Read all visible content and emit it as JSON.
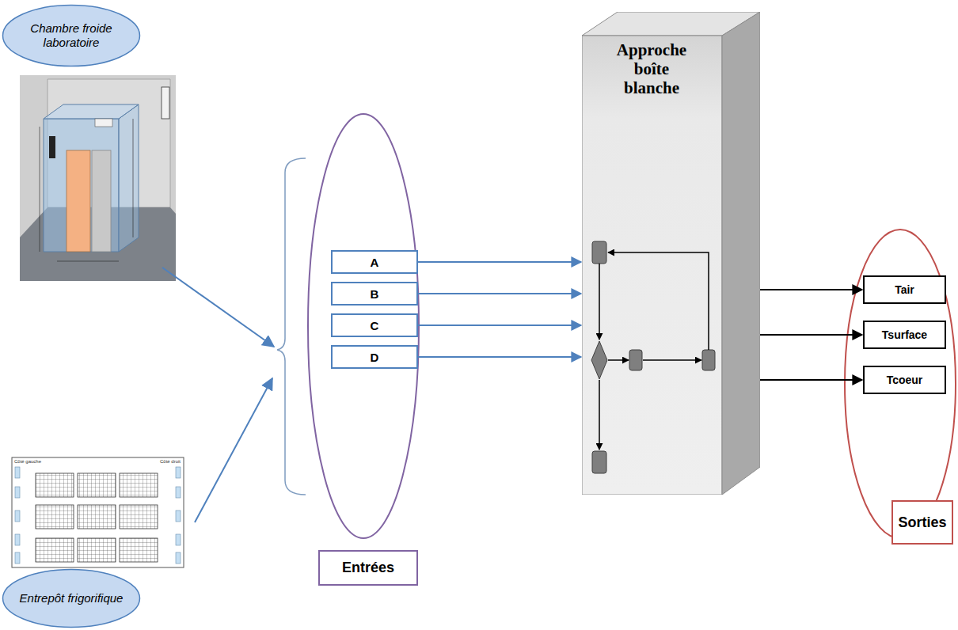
{
  "diagram": {
    "nodes": [
      {
        "text": [
          "Chambre froide laboratoire"
        ]
      },
      {
        "text": [
          "A"
        ]
      },
      {
        "text": [
          "B"
        ]
      },
      {
        "text": [
          "C"
        ]
      },
      {
        "text": [
          "D"
        ]
      },
      {
        "text": [
          "Approche boîte blanche"
        ]
      },
      {
        "text": [
          "Tair"
        ]
      },
      {
        "text": [
          "Tsurface"
        ]
      },
      {
        "text": [
          "Tcoeur"
        ]
      },
      {
        "text": [
          "Entrées"
        ]
      },
      {
        "text": [
          "Sorties"
        ]
      },
      {
        "text": [
          "Entrepôt frigorifique"
        ]
      }
    ],
    "edges": [
      {
        "from": 1,
        "to": 5,
        "arrow": "to"
      },
      {
        "from": 2,
        "to": 5,
        "arrow": "to"
      },
      {
        "from": 3,
        "to": 5,
        "arrow": "to"
      },
      {
        "from": 4,
        "to": 5,
        "arrow": "to"
      },
      {
        "from": 5,
        "to": 6,
        "arrow": "to"
      },
      {
        "from": 5,
        "to": 7,
        "arrow": "to"
      },
      {
        "from": 5,
        "to": 8,
        "arrow": "to"
      }
    ],
    "labels": [
      "Côté gauche",
      "Côté droit"
    ]
  }
}
